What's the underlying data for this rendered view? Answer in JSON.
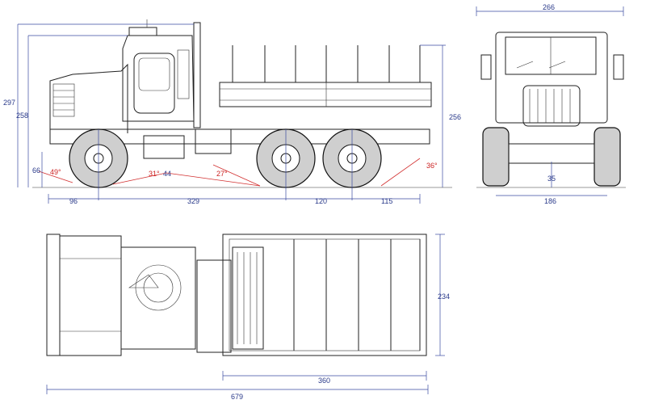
{
  "side_view": {
    "overall_height": "297",
    "cab_height": "258",
    "bed_height": "256",
    "ground_clearance": "66",
    "approach_angle": "49°",
    "angle_front_rear": "31°",
    "angle_44": "44",
    "angle_mid": "27°",
    "departure_angle": "36°",
    "front_overhang": "96",
    "wheelbase_front": "329",
    "wheelbase_rear": "120",
    "rear_overhang": "115"
  },
  "front_view": {
    "overall_width": "266",
    "track_width": "186",
    "axle_clearance": "35"
  },
  "top_view": {
    "overall_length": "679",
    "bed_length": "360",
    "bed_width": "234"
  },
  "colors": {
    "dimension": "#2a3a8a",
    "angle": "#cc2222",
    "line": "#222222"
  }
}
